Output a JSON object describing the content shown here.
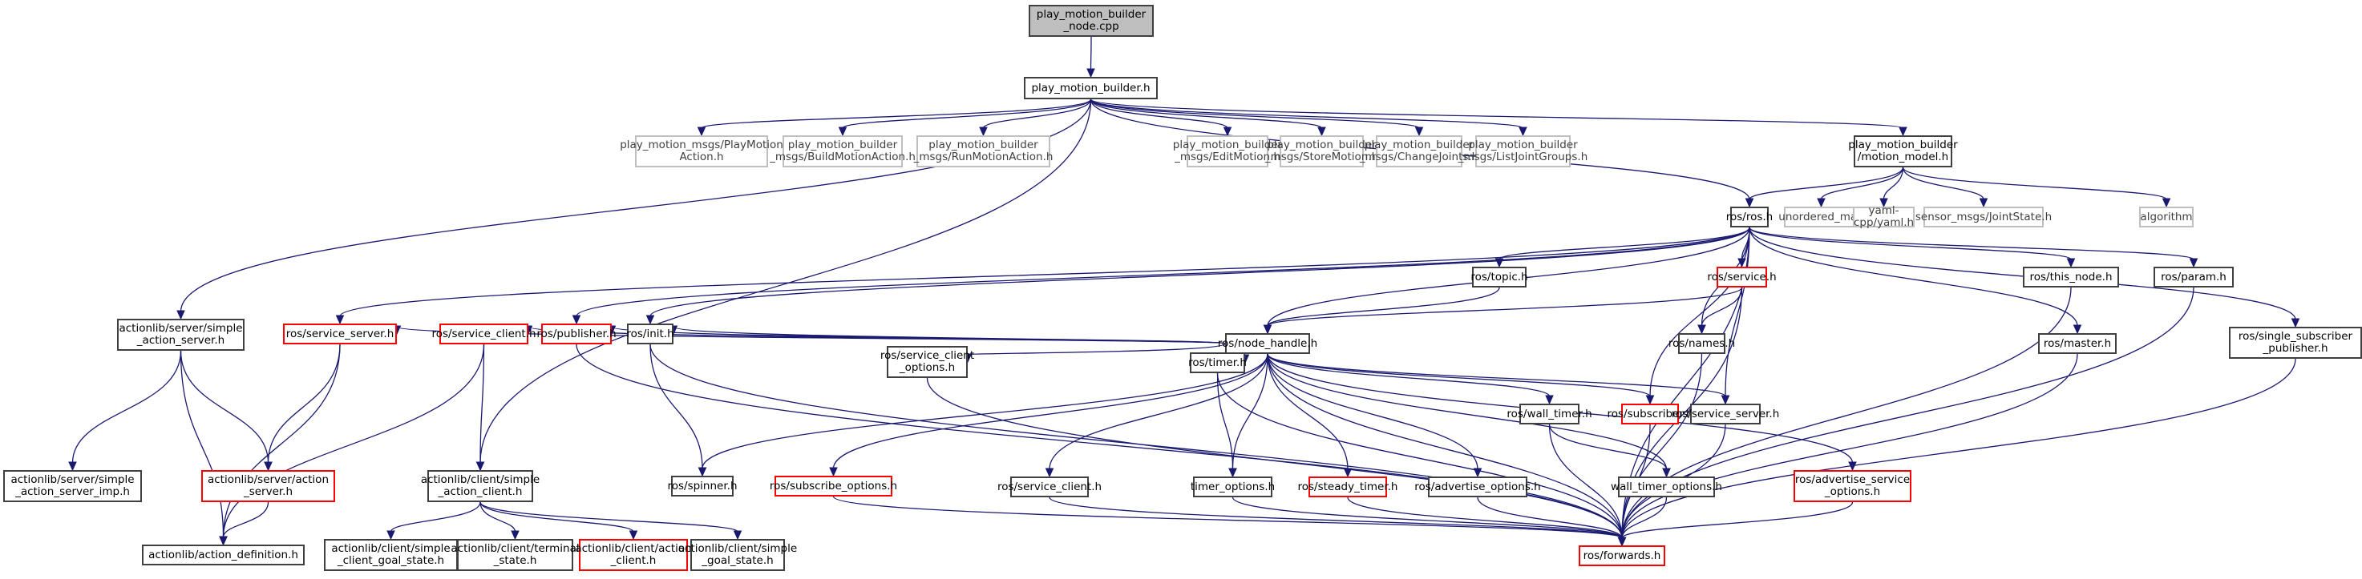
{
  "diagram": {
    "title": "play_motion_builder_node.cpp include dependency graph",
    "colors": {
      "edge": "#191970",
      "root_fill": "#bfbfbf",
      "normal_border": "#404040",
      "truncated_border": "#ff0000",
      "external_border": "#bfbfbf"
    },
    "nodes": [
      {
        "id": "root",
        "label": "play_motion_builder\n_node.cpp",
        "kind": "root"
      },
      {
        "id": "pmb_h",
        "label": "play_motion_builder.h",
        "kind": "normal"
      },
      {
        "id": "pmm_play",
        "label": "play_motion_msgs/PlayMotion\nAction.h",
        "kind": "grey"
      },
      {
        "id": "pmbm_build",
        "label": "play_motion_builder\n_msgs/BuildMotionAction.h",
        "kind": "grey"
      },
      {
        "id": "pmbm_run",
        "label": "play_motion_builder\n_msgs/RunMotionAction.h",
        "kind": "grey"
      },
      {
        "id": "pmbm_edit",
        "label": "play_motion_builder\n_msgs/EditMotion.h",
        "kind": "grey"
      },
      {
        "id": "pmbm_store",
        "label": "play_motion_builder\n_msgs/StoreMotion.h",
        "kind": "grey"
      },
      {
        "id": "pmbm_change",
        "label": "play_motion_builder\n_msgs/ChangeJoints.h",
        "kind": "grey"
      },
      {
        "id": "pmbm_list",
        "label": "play_motion_builder\n_msgs/ListJointGroups.h",
        "kind": "grey"
      },
      {
        "id": "motion_model",
        "label": "play_motion_builder\n/motion_model.h",
        "kind": "normal"
      },
      {
        "id": "ros_h",
        "label": "ros/ros.h",
        "kind": "normal"
      },
      {
        "id": "unordered_map",
        "label": "unordered_map",
        "kind": "grey"
      },
      {
        "id": "yaml",
        "label": "yaml-cpp/yaml.h",
        "kind": "grey"
      },
      {
        "id": "jointstate",
        "label": "sensor_msgs/JointState.h",
        "kind": "grey"
      },
      {
        "id": "algorithm",
        "label": "algorithm",
        "kind": "grey"
      },
      {
        "id": "topic",
        "label": "ros/topic.h",
        "kind": "normal"
      },
      {
        "id": "service",
        "label": "ros/service.h",
        "kind": "red"
      },
      {
        "id": "this_node",
        "label": "ros/this_node.h",
        "kind": "normal"
      },
      {
        "id": "param",
        "label": "ros/param.h",
        "kind": "normal"
      },
      {
        "id": "single_sub",
        "label": "ros/single_subscriber\n_publisher.h",
        "kind": "normal"
      },
      {
        "id": "node_handle",
        "label": "ros/node_handle.h",
        "kind": "normal"
      },
      {
        "id": "names",
        "label": "ros/names.h",
        "kind": "normal"
      },
      {
        "id": "master",
        "label": "ros/master.h",
        "kind": "normal"
      },
      {
        "id": "sas",
        "label": "actionlib/server/simple\n_action_server.h",
        "kind": "normal"
      },
      {
        "id": "service_server_l",
        "label": "ros/service_server.h",
        "kind": "red"
      },
      {
        "id": "service_client_l",
        "label": "ros/service_client.h",
        "kind": "red"
      },
      {
        "id": "publisher",
        "label": "ros/publisher.h",
        "kind": "red"
      },
      {
        "id": "init",
        "label": "ros/init.h",
        "kind": "normal"
      },
      {
        "id": "sc_options",
        "label": "ros/service_client\n_options.h",
        "kind": "normal"
      },
      {
        "id": "timer",
        "label": "ros/timer.h",
        "kind": "normal"
      },
      {
        "id": "wall_timer",
        "label": "ros/wall_timer.h",
        "kind": "normal"
      },
      {
        "id": "subscriber",
        "label": "ros/subscriber.h",
        "kind": "red"
      },
      {
        "id": "service_server_r",
        "label": "ros/service_server.h",
        "kind": "normal"
      },
      {
        "id": "sas_imp",
        "label": "actionlib/server/simple\n_action_server_imp.h",
        "kind": "normal"
      },
      {
        "id": "action_server",
        "label": "actionlib/server/action\n_server.h",
        "kind": "red"
      },
      {
        "id": "sac",
        "label": "actionlib/client/simple\n_action_client.h",
        "kind": "normal"
      },
      {
        "id": "spinner",
        "label": "ros/spinner.h",
        "kind": "normal"
      },
      {
        "id": "sub_options",
        "label": "ros/subscribe_options.h",
        "kind": "red"
      },
      {
        "id": "service_client_r",
        "label": "ros/service_client.h",
        "kind": "normal"
      },
      {
        "id": "timer_options",
        "label": "timer_options.h",
        "kind": "normal"
      },
      {
        "id": "steady_timer",
        "label": "ros/steady_timer.h",
        "kind": "red"
      },
      {
        "id": "adv_options",
        "label": "ros/advertise_options.h",
        "kind": "normal"
      },
      {
        "id": "wt_options",
        "label": "wall_timer_options.h",
        "kind": "normal"
      },
      {
        "id": "adv_srv_options",
        "label": "ros/advertise_service\n_options.h",
        "kind": "red"
      },
      {
        "id": "action_def",
        "label": "actionlib/action_definition.h",
        "kind": "normal"
      },
      {
        "id": "scgs",
        "label": "actionlib/client/simple\n_client_goal_state.h",
        "kind": "normal"
      },
      {
        "id": "terminal_state",
        "label": "actionlib/client/terminal\n_state.h",
        "kind": "normal"
      },
      {
        "id": "action_client",
        "label": "actionlib/client/action\n_client.h",
        "kind": "red"
      },
      {
        "id": "sgs",
        "label": "actionlib/client/simple\n_goal_state.h",
        "kind": "normal"
      },
      {
        "id": "forwards",
        "label": "ros/forwards.h",
        "kind": "red"
      }
    ],
    "edges": [
      [
        "root",
        "pmb_h"
      ],
      [
        "pmb_h",
        "pmm_play"
      ],
      [
        "pmb_h",
        "pmbm_build"
      ],
      [
        "pmb_h",
        "pmbm_run"
      ],
      [
        "pmb_h",
        "pmbm_edit"
      ],
      [
        "pmb_h",
        "pmbm_store"
      ],
      [
        "pmb_h",
        "pmbm_change"
      ],
      [
        "pmb_h",
        "pmbm_list"
      ],
      [
        "pmb_h",
        "motion_model"
      ],
      [
        "pmb_h",
        "ros_h"
      ],
      [
        "pmb_h",
        "sas"
      ],
      [
        "pmb_h",
        "sac"
      ],
      [
        "motion_model",
        "ros_h"
      ],
      [
        "motion_model",
        "unordered_map"
      ],
      [
        "motion_model",
        "yaml"
      ],
      [
        "motion_model",
        "jointstate"
      ],
      [
        "motion_model",
        "algorithm"
      ],
      [
        "ros_h",
        "topic"
      ],
      [
        "ros_h",
        "service"
      ],
      [
        "ros_h",
        "this_node"
      ],
      [
        "ros_h",
        "param"
      ],
      [
        "ros_h",
        "single_sub"
      ],
      [
        "ros_h",
        "node_handle"
      ],
      [
        "ros_h",
        "names"
      ],
      [
        "ros_h",
        "master"
      ],
      [
        "ros_h",
        "service_server_l"
      ],
      [
        "ros_h",
        "publisher"
      ],
      [
        "ros_h",
        "init"
      ],
      [
        "ros_h",
        "subscriber"
      ],
      [
        "ros_h",
        "service_server_r"
      ],
      [
        "ros_h",
        "forwards"
      ],
      [
        "topic",
        "node_handle"
      ],
      [
        "service",
        "node_handle"
      ],
      [
        "service",
        "names"
      ],
      [
        "service",
        "forwards"
      ],
      [
        "this_node",
        "forwards"
      ],
      [
        "param",
        "forwards"
      ],
      [
        "single_sub",
        "forwards"
      ],
      [
        "names",
        "forwards"
      ],
      [
        "master",
        "forwards"
      ],
      [
        "node_handle",
        "service_server_l"
      ],
      [
        "node_handle",
        "service_client_l"
      ],
      [
        "node_handle",
        "publisher"
      ],
      [
        "node_handle",
        "init"
      ],
      [
        "node_handle",
        "sc_options"
      ],
      [
        "node_handle",
        "timer"
      ],
      [
        "node_handle",
        "wall_timer"
      ],
      [
        "node_handle",
        "subscriber"
      ],
      [
        "node_handle",
        "service_server_r"
      ],
      [
        "node_handle",
        "spinner"
      ],
      [
        "node_handle",
        "sub_options"
      ],
      [
        "node_handle",
        "service_client_r"
      ],
      [
        "node_handle",
        "timer_options"
      ],
      [
        "node_handle",
        "steady_timer"
      ],
      [
        "node_handle",
        "adv_options"
      ],
      [
        "node_handle",
        "wt_options"
      ],
      [
        "node_handle",
        "adv_srv_options"
      ],
      [
        "node_handle",
        "forwards"
      ],
      [
        "sas",
        "sas_imp"
      ],
      [
        "sas",
        "action_server"
      ],
      [
        "sas",
        "action_def"
      ],
      [
        "service_server_l",
        "action_server"
      ],
      [
        "service_server_l",
        "action_def"
      ],
      [
        "service_client_l",
        "sac"
      ],
      [
        "service_client_l",
        "action_def"
      ],
      [
        "publisher",
        "forwards"
      ],
      [
        "init",
        "spinner"
      ],
      [
        "init",
        "forwards"
      ],
      [
        "action_server",
        "action_def"
      ],
      [
        "sac",
        "scgs"
      ],
      [
        "sac",
        "terminal_state"
      ],
      [
        "sac",
        "action_client"
      ],
      [
        "sac",
        "sgs"
      ],
      [
        "sc_options",
        "forwards"
      ],
      [
        "timer",
        "timer_options"
      ],
      [
        "timer",
        "forwards"
      ],
      [
        "wall_timer",
        "wt_options"
      ],
      [
        "wall_timer",
        "forwards"
      ],
      [
        "subscriber",
        "forwards"
      ],
      [
        "service_server_r",
        "forwards"
      ],
      [
        "sub_options",
        "forwards"
      ],
      [
        "service_client_r",
        "forwards"
      ],
      [
        "timer_options",
        "forwards"
      ],
      [
        "steady_timer",
        "forwards"
      ],
      [
        "adv_options",
        "forwards"
      ],
      [
        "wt_options",
        "forwards"
      ],
      [
        "adv_srv_options",
        "forwards"
      ]
    ]
  }
}
